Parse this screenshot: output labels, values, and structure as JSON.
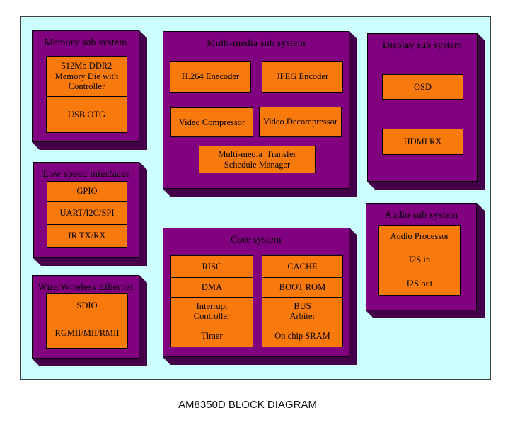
{
  "caption": "AM8350D BLOCK DIAGRAM",
  "colors": {
    "panel": "#ccffff",
    "block": "#800080",
    "block_shadow": "#430049",
    "box": "#f87a0d",
    "border": "#000000"
  },
  "blocks": {
    "memory": {
      "title": "Memory sub system",
      "items": [
        {
          "label": "512Mb DDR2\nMemory Die with\nController"
        },
        {
          "label": "USB OTG"
        }
      ]
    },
    "multimedia": {
      "title": "Multi-media sub system",
      "items": [
        {
          "label": "H.264 Enecoder"
        },
        {
          "label": "JPEG Encoder"
        },
        {
          "label": "Video Compressor"
        },
        {
          "label": "Video Decompressor"
        },
        {
          "label": "Multi-media  Transfer\nSchedule Manager"
        }
      ]
    },
    "display": {
      "title": "Display sub system",
      "items": [
        {
          "label": "OSD"
        },
        {
          "label": "HDMI RX"
        }
      ]
    },
    "lowspeed": {
      "title": "Low speed interfaces",
      "items": [
        {
          "label": "GPIO"
        },
        {
          "label": "UART/I2C/SPI"
        },
        {
          "label": "IR TX/RX"
        }
      ]
    },
    "ethernet": {
      "title": "Wire/Wireless Ethernet",
      "items": [
        {
          "label": "SDIO"
        },
        {
          "label": "RGMII/MII/RMII"
        }
      ]
    },
    "core": {
      "title": "Core system",
      "left_items": [
        {
          "label": "RISC"
        },
        {
          "label": "DMA"
        },
        {
          "label": "Interrupt\nController"
        },
        {
          "label": "Timer"
        }
      ],
      "right_items": [
        {
          "label": "CACHE"
        },
        {
          "label": "BOOT ROM"
        },
        {
          "label": "BUS\nArbiter"
        },
        {
          "label": "On chip SRAM"
        }
      ]
    },
    "audio": {
      "title": "Audio sub system",
      "items": [
        {
          "label": "Audio Processor"
        },
        {
          "label": "I2S in"
        },
        {
          "label": "I2S out"
        }
      ]
    }
  }
}
